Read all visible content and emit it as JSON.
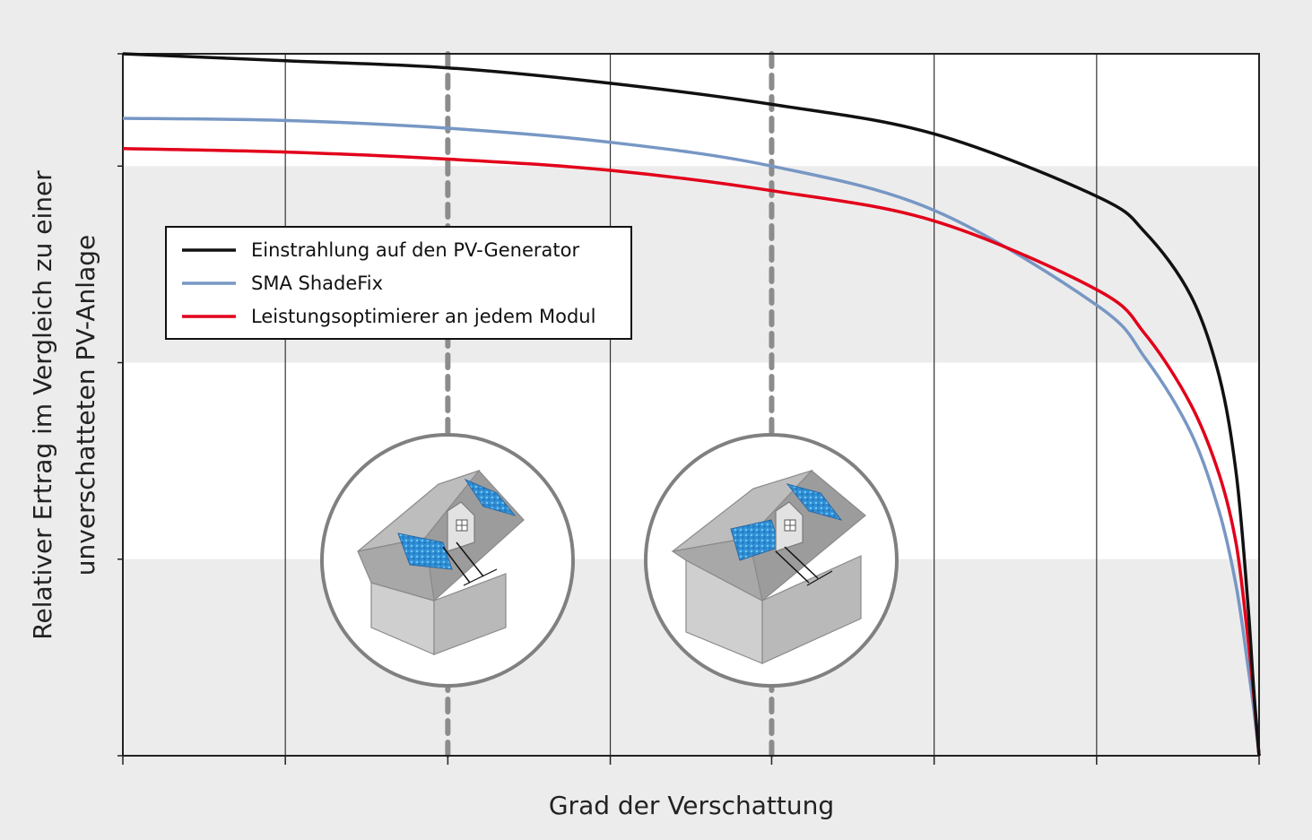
{
  "chart_data": {
    "type": "line",
    "title": "",
    "xlabel": "Grad der Verschattung",
    "ylabel_line1": "Relativer Ertrag im Vergleich zu einer",
    "ylabel_line2": "unverschatteten PV-Anlage",
    "xlim": [
      0,
      1
    ],
    "ylim": [
      0,
      1
    ],
    "grid": true,
    "legend_position": "upper-left",
    "series": [
      {
        "name": "Einstrahlung auf den PV-Generator",
        "color": "#111111",
        "x": [
          0,
          0.143,
          0.286,
          0.429,
          0.571,
          0.714,
          0.857,
          0.9,
          0.94,
          0.965,
          0.98,
          0.99,
          0.995,
          1.0
        ],
        "y": [
          1.0,
          0.99,
          0.98,
          0.958,
          0.928,
          0.886,
          0.797,
          0.745,
          0.655,
          0.54,
          0.4,
          0.22,
          0.1,
          0.0
        ]
      },
      {
        "name": "SMA ShadeFix",
        "color": "#7797c4",
        "x": [
          0,
          0.143,
          0.286,
          0.429,
          0.571,
          0.714,
          0.857,
          0.9,
          0.94,
          0.965,
          0.98,
          0.99,
          0.995,
          1.0
        ],
        "y": [
          0.908,
          0.905,
          0.894,
          0.874,
          0.84,
          0.777,
          0.642,
          0.566,
          0.46,
          0.347,
          0.24,
          0.13,
          0.07,
          0.0
        ]
      },
      {
        "name": "Leistungsoptimierer an jedem Modul",
        "color": "#e2001a",
        "x": [
          0,
          0.143,
          0.286,
          0.429,
          0.571,
          0.714,
          0.857,
          0.9,
          0.94,
          0.965,
          0.98,
          0.99,
          0.995,
          1.0
        ],
        "y": [
          0.865,
          0.86,
          0.85,
          0.834,
          0.805,
          0.762,
          0.664,
          0.6,
          0.5,
          0.4,
          0.3,
          0.17,
          0.09,
          0.0
        ]
      }
    ],
    "shaded_bands_y": [
      [
        0,
        0.28
      ],
      [
        0.56,
        0.84
      ]
    ],
    "vertical_gridlines_x": [
      0.143,
      0.429,
      0.714,
      0.857
    ],
    "dashed_markers_x": [
      0.286,
      0.571
    ],
    "house_icons": [
      "house-scenario-1-icon",
      "house-scenario-2-icon"
    ]
  }
}
